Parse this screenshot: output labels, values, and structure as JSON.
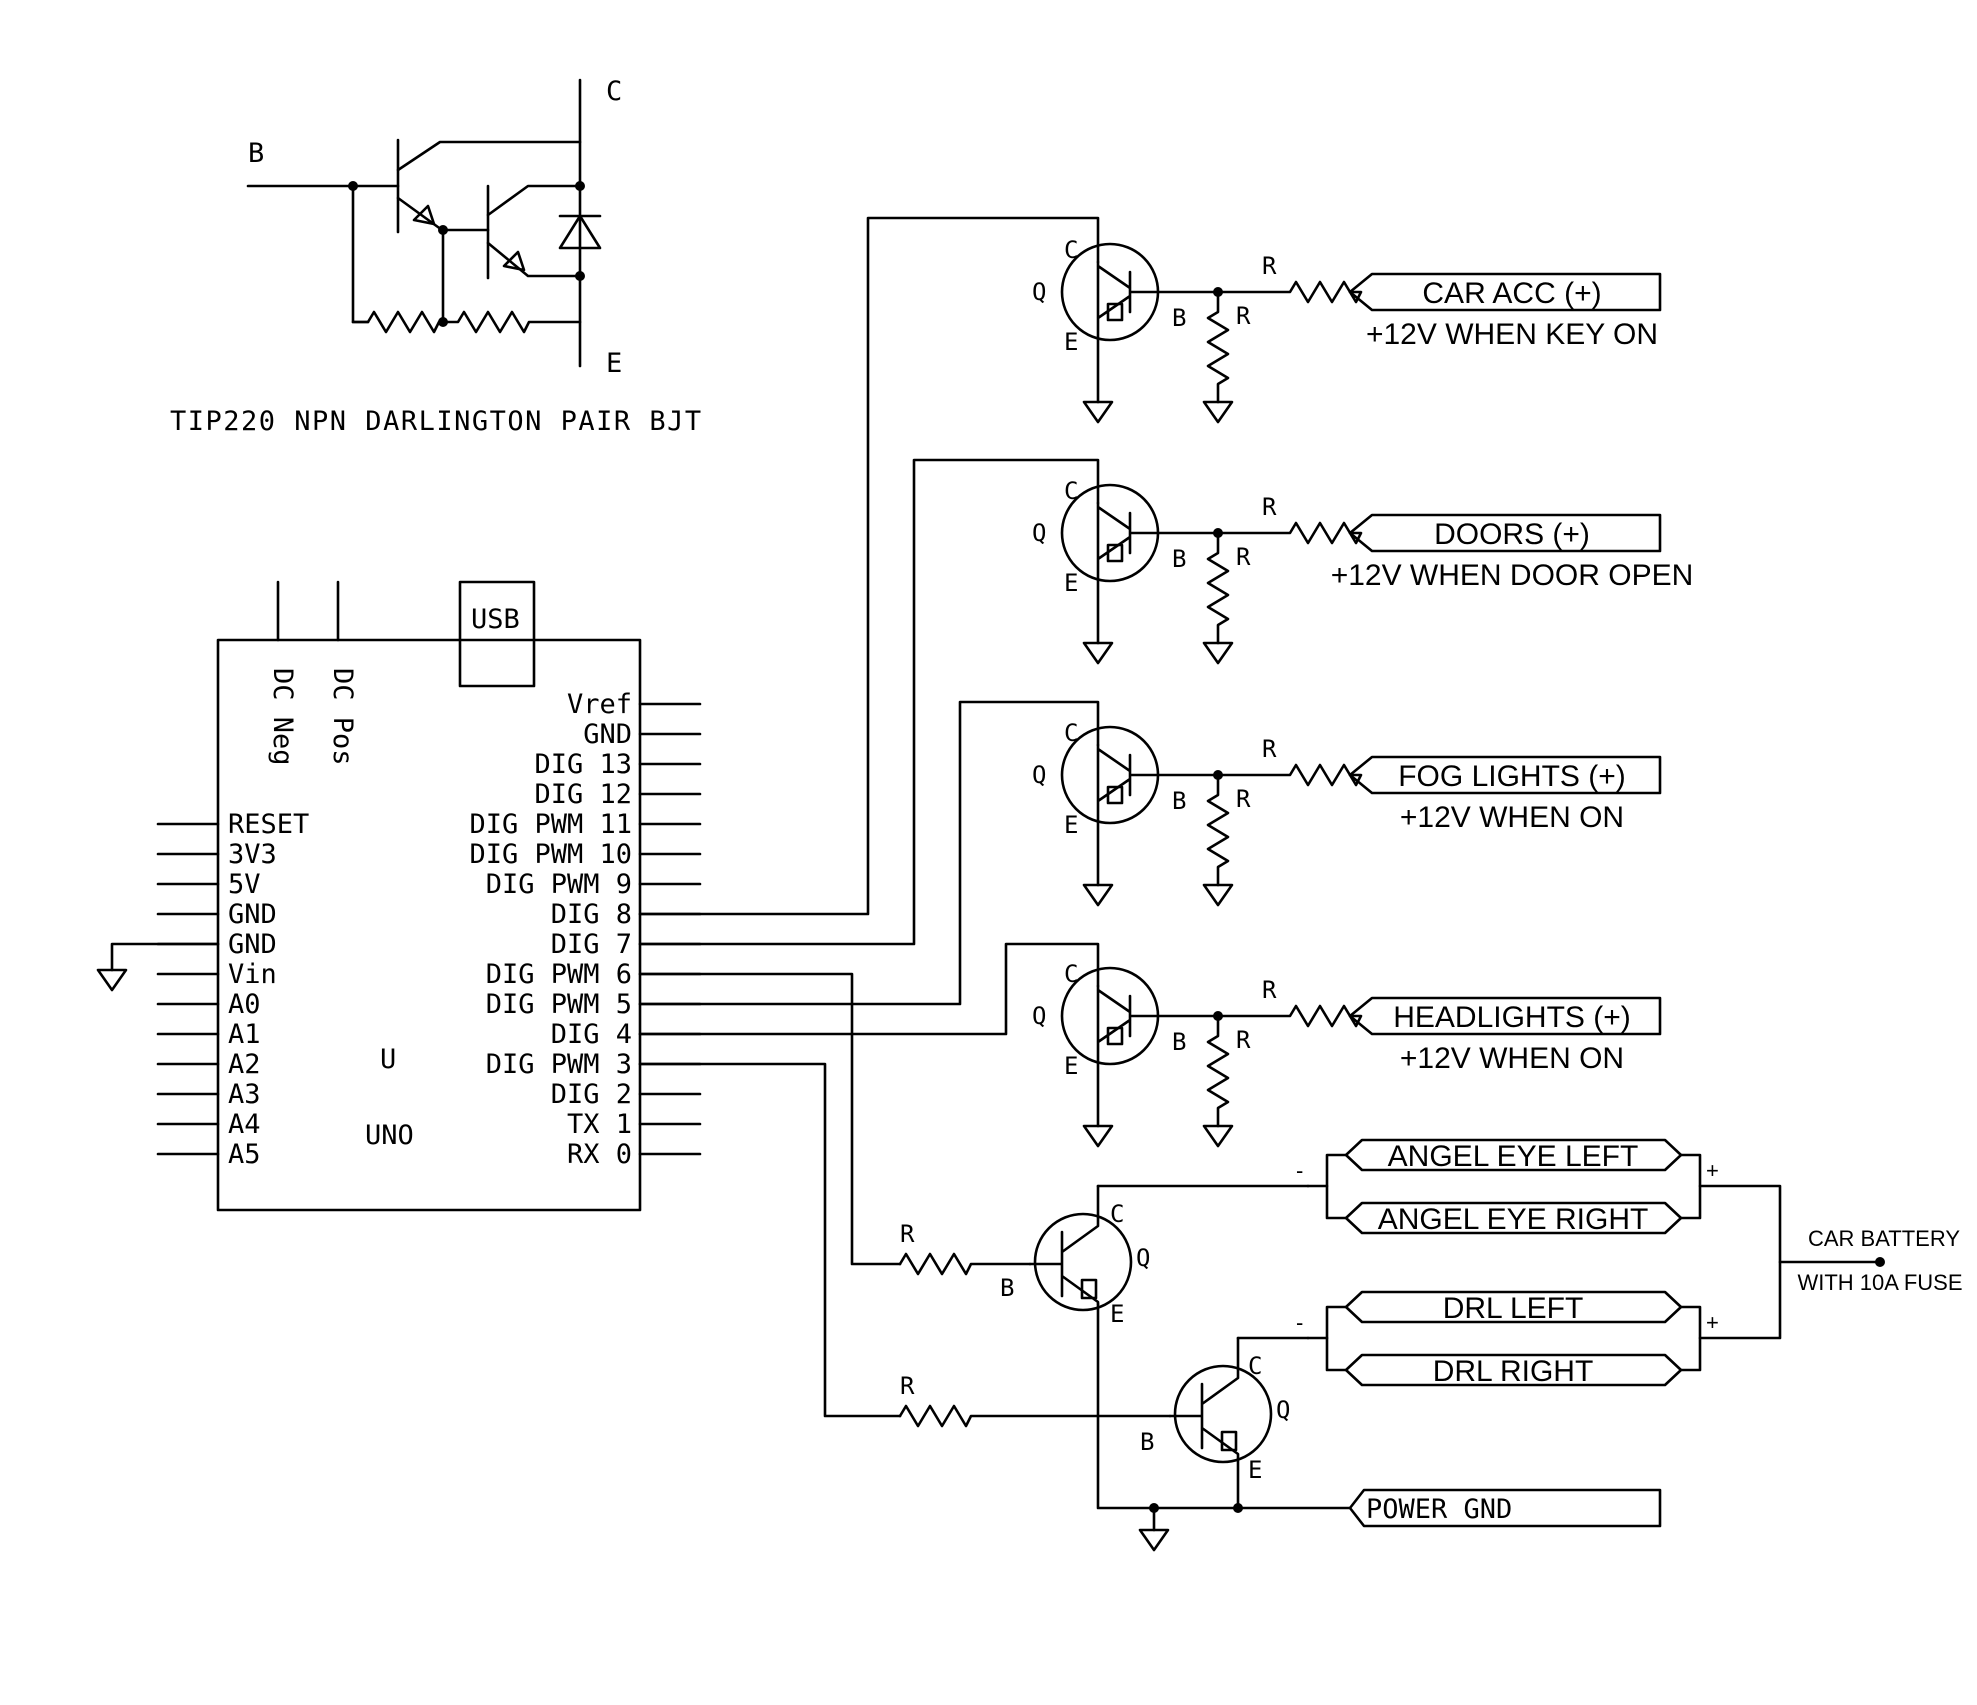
{
  "darlington": {
    "title": "TIP220 NPN DARLINGTON PAIR BJT",
    "pins": {
      "base": "B",
      "collector": "C",
      "emitter": "E"
    }
  },
  "arduino": {
    "usb": "USB",
    "dc_neg": "DC Neg",
    "dc_pos": "DC Pos",
    "name": "U",
    "model": "UNO",
    "left_pins": [
      "RESET",
      "3V3",
      "5V",
      "GND",
      "GND",
      "Vin",
      "A0",
      "A1",
      "A2",
      "A3",
      "A4",
      "A5"
    ],
    "right_pins": [
      "Vref",
      "GND",
      "DIG 13",
      "DIG 12",
      "DIG PWM 11",
      "DIG PWM 10",
      "DIG PWM 9",
      "DIG 8",
      "DIG 7",
      "DIG PWM 6",
      "DIG PWM 5",
      "DIG 4",
      "DIG PWM 3",
      "DIG 2",
      "TX 1",
      "RX 0"
    ]
  },
  "transistor_labels": {
    "collector": "C",
    "base": "B",
    "emitter": "E",
    "device": "Q",
    "resistor": "R"
  },
  "inputs": [
    {
      "label": "CAR ACC (+)",
      "note": "+12V WHEN KEY ON"
    },
    {
      "label": "DOORS (+)",
      "note": "+12V WHEN DOOR OPEN"
    },
    {
      "label": "FOG LIGHTS (+)",
      "note": "+12V WHEN ON"
    },
    {
      "label": "HEADLIGHTS (+)",
      "note": "+12V WHEN ON"
    }
  ],
  "outputs": {
    "angel_left": "ANGEL EYE LEFT",
    "angel_right": "ANGEL EYE RIGHT",
    "drl_left": "DRL LEFT",
    "drl_right": "DRL RIGHT",
    "power_gnd": "POWER GND",
    "minus": "-",
    "plus": "+"
  },
  "battery": {
    "line1": "CAR BATTERY",
    "line2": "WITH 10A FUSE"
  }
}
